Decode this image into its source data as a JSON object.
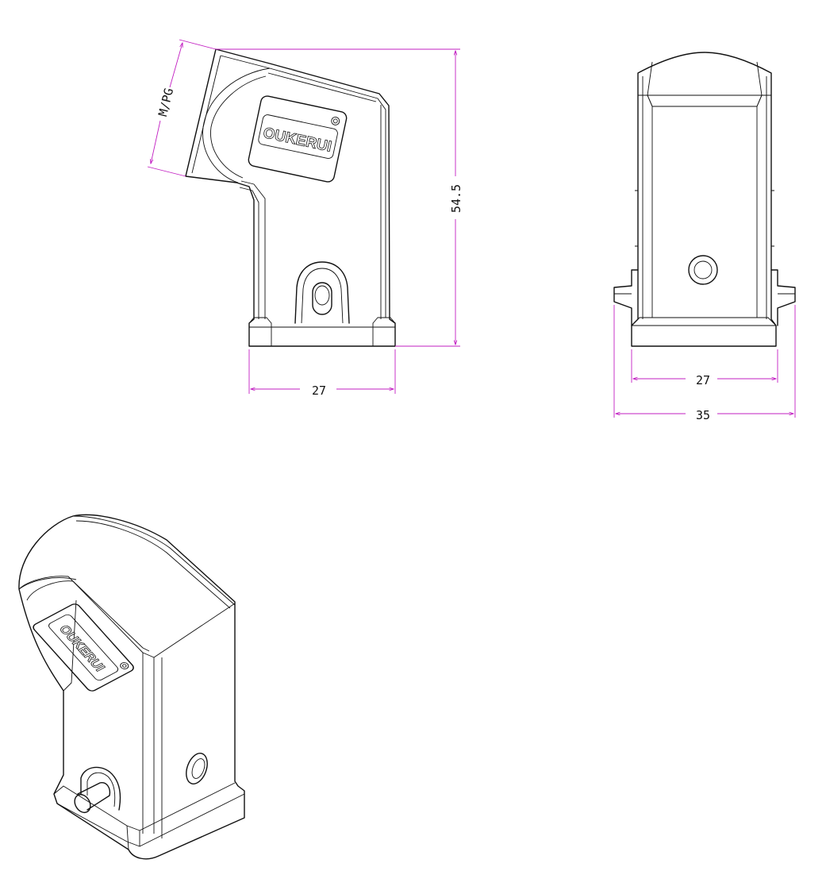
{
  "drawing": {
    "brand_logo": "OUKERUI",
    "dimensions": {
      "side_view_thread": "M/PG",
      "side_view_height": "54.5",
      "side_view_base_width": "27",
      "front_view_base_width": "27",
      "front_view_total_width": "35"
    },
    "colors": {
      "dimension_lines": "#c21fc2",
      "outline": "#111111",
      "background": "#ffffff"
    }
  }
}
